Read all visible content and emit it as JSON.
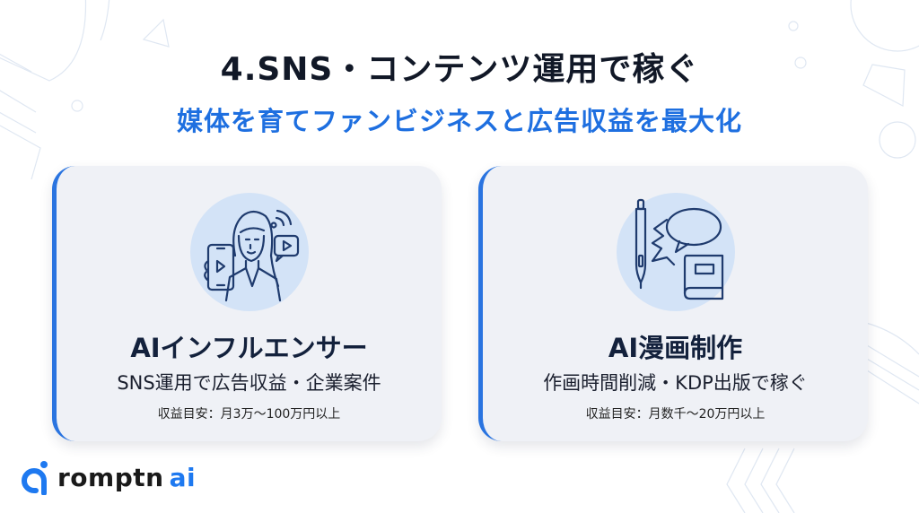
{
  "slide": {
    "title": "4.SNS・コンテンツ運用で稼ぐ",
    "subtitle": "媒体を育てファンビジネスと広告収益を最大化"
  },
  "cards": [
    {
      "icon": "influencer-with-phone-icon",
      "title": "AIインフルエンサー",
      "description": "SNS運用で広告収益・企業案件",
      "revenue": "収益目安：月3万〜100万円以上"
    },
    {
      "icon": "manga-pen-speech-book-icon",
      "title": "AI漫画制作",
      "description": "作画時間削減・KDP出版で稼ぐ",
      "revenue": "収益目安：月数千〜20万円以上"
    }
  ],
  "logo": {
    "name": "romptn",
    "suffix": "ai"
  },
  "colors": {
    "accent": "#2a74e0",
    "subtitle": "#1e6fe0",
    "title": "#111827",
    "card_bg": "#eff1f6",
    "icon_circle": "#d3e3f7",
    "icon_stroke": "#1f3b6e"
  }
}
